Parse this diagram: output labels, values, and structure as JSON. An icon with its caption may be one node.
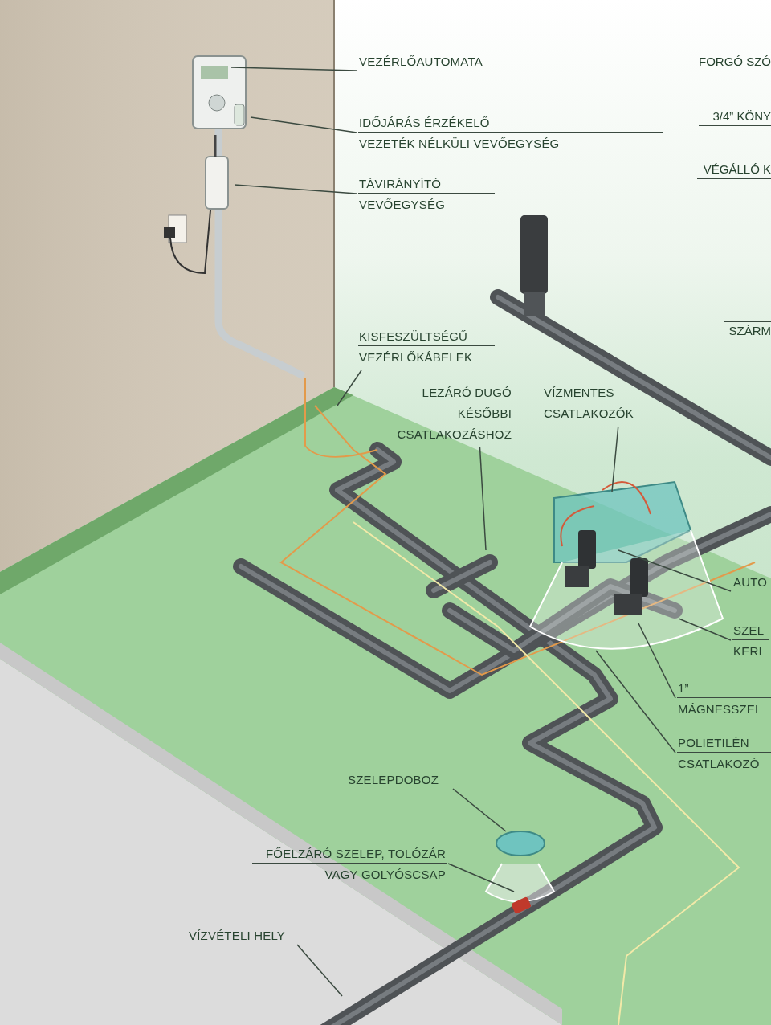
{
  "diagram": {
    "nodes": [
      {
        "text": [
          "VEZÉRLŐAUTOMATA"
        ]
      },
      {
        "text": [
          "IDŐJÁRÁS ÉRZÉKELŐ",
          "VEZETÉK NÉLKÜLI VEVŐEGYSÉG"
        ]
      },
      {
        "text": [
          "TÁVIRÁNYÍTÓ",
          "VEVŐEGYSÉG"
        ]
      },
      {
        "text": [
          "KISFESZÜLTSÉGŰ",
          "VEZÉRLŐKÁBELEK"
        ]
      },
      {
        "text": [
          "LEZÁRÓ DUGÓ",
          "KÉSŐBBI",
          "CSATLAKOZÁSHOZ"
        ]
      },
      {
        "text": [
          "VÍZMENTES",
          "CSATLAKOZÓK"
        ]
      },
      {
        "text": [
          "AUTO"
        ]
      },
      {
        "text": [
          "SZEL",
          "KERI"
        ]
      },
      {
        "text": [
          "1”",
          "MÁGNESSZEL"
        ]
      },
      {
        "text": [
          "POLIETILÉN",
          "CSATLAKOZÓ"
        ]
      },
      {
        "text": [
          "SZELEPDOBOZ"
        ]
      },
      {
        "text": [
          "FŐELZÁRÓ SZELEP, TOLÓZÁR",
          "VAGY GOLYÓSCSAP"
        ]
      },
      {
        "text": [
          "VÍZVÉTELI HELY"
        ]
      }
    ],
    "edges": [
      {
        "from": 0,
        "to": null,
        "arrow": "none"
      },
      {
        "from": 1,
        "to": null,
        "arrow": "none"
      },
      {
        "from": 2,
        "to": null,
        "arrow": "none"
      },
      {
        "from": 3,
        "to": null,
        "arrow": "none"
      },
      {
        "from": 4,
        "to": null,
        "arrow": "none"
      },
      {
        "from": 5,
        "to": null,
        "arrow": "none"
      },
      {
        "from": 6,
        "to": null,
        "arrow": "none"
      },
      {
        "from": 7,
        "to": null,
        "arrow": "none"
      },
      {
        "from": 8,
        "to": null,
        "arrow": "none"
      },
      {
        "from": 9,
        "to": null,
        "arrow": "none"
      },
      {
        "from": 10,
        "to": null,
        "arrow": "none"
      },
      {
        "from": 11,
        "to": null,
        "arrow": "none"
      },
      {
        "from": 12,
        "to": null,
        "arrow": "none"
      }
    ],
    "labels": [
      "FORGÓ SZÓ",
      "3/4” KÖNY",
      "VÉGÁLLÓ K",
      "SZÁRM"
    ]
  }
}
